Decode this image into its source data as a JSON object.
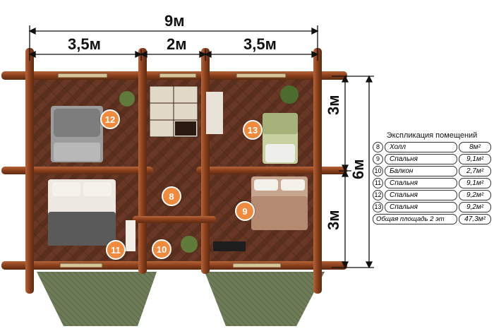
{
  "dimensions": {
    "total_width": "9м",
    "left_width": "3,5м",
    "center_width": "2м",
    "right_width": "3,5м",
    "upper_depth": "3м",
    "lower_depth": "3м",
    "total_depth": "6м"
  },
  "rooms": [
    {
      "number": "8",
      "name": "Холл"
    },
    {
      "number": "9",
      "name": "Спальня"
    },
    {
      "number": "10",
      "name": "Балкон"
    },
    {
      "number": "11",
      "name": "Спальня"
    },
    {
      "number": "12",
      "name": "Спальня"
    },
    {
      "number": "13",
      "name": "Спальня"
    }
  ],
  "legend": {
    "title": "Экспликация помещений",
    "rows": [
      {
        "num": "8",
        "name": "Холл",
        "area": "8м²"
      },
      {
        "num": "9",
        "name": "Спальня",
        "area": "9,1м²"
      },
      {
        "num": "10",
        "name": "Балкон",
        "area": "2,7м²"
      },
      {
        "num": "11",
        "name": "Спальня",
        "area": "9,1м²"
      },
      {
        "num": "12",
        "name": "Спальня",
        "area": "9,2м²"
      },
      {
        "num": "13",
        "name": "Спальня",
        "area": "9,2м²"
      }
    ],
    "total_label": "Общая площадь 2 эт",
    "total_area": "47,3м²"
  },
  "colors": {
    "badge": "#f08a3c",
    "log_wall": "#8a3f1c",
    "floor": "#5a2e1c",
    "roof": "#6c7a55",
    "bedding": "#e8e4dc"
  }
}
